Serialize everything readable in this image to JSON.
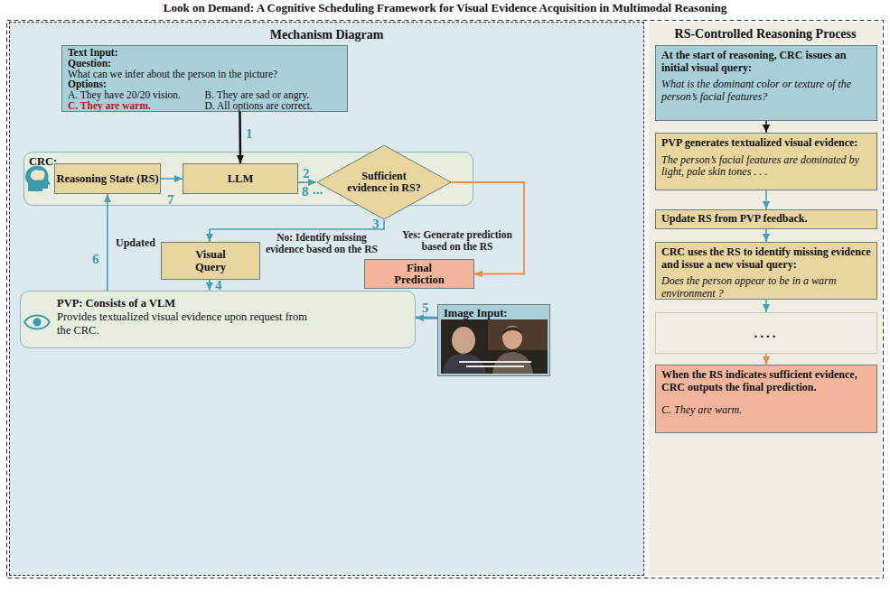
{
  "diagram": {
    "title": "Look on Demand: A Cognitive Scheduling Framework for Visual Evidence Acquisition in Multimodal Reasoning",
    "nodes": [
      {
        "text": [
          "Mechanism Diagram"
        ]
      },
      {
        "text": [
          "Text Input:",
          "Question:",
          "What can we infer about the person in the picture?",
          "Options:",
          "A. They have 20/20 vision.",
          "B. They are sad or angry.",
          "C. They are warm.",
          "D. All options are correct."
        ],
        "in": 0
      },
      {
        "text": [
          "CRC:"
        ],
        "in": 0
      },
      {
        "text": [
          "Reasoning State (RS)"
        ],
        "in": 2
      },
      {
        "text": [
          "LLM"
        ],
        "in": 2
      },
      {
        "text": [
          "Sufficient evidence in RS?"
        ],
        "in": 2
      },
      {
        "text": [
          "Visual Query"
        ],
        "in": 0
      },
      {
        "text": [
          "Final Prediction"
        ],
        "in": 0
      },
      {
        "text": [
          "PVP: Consists of a VLM",
          "Provides textualized visual evidence upon request from the CRC."
        ],
        "in": 0
      },
      {
        "text": [
          "Image Input:"
        ],
        "in": 0
      },
      {
        "text": [
          "RS-Controlled Reasoning Process"
        ]
      },
      {
        "text": [
          "At the start of reasoning, CRC issues an initial visual query:",
          "What is the dominant color or texture of the person’s facial features?"
        ],
        "in": 10
      },
      {
        "text": [
          "PVP generates textualized visual evidence:",
          "The person’s facial features are dominated by light, pale skin tones . . ."
        ],
        "in": 10
      },
      {
        "text": [
          "Update RS from PVP feedback."
        ],
        "in": 10
      },
      {
        "text": [
          "CRC uses the RS to identify missing evidence and issue a new visual query:",
          "Does the person appear to be in a warm environment ?"
        ],
        "in": 10
      },
      {
        "text": [
          "...."
        ],
        "in": 10
      },
      {
        "text": [
          "When the RS indicates sufficient evidence, CRC outputs the final prediction.",
          "C. They are warm."
        ],
        "in": 10
      }
    ],
    "edges": [
      {
        "from": 1,
        "to": 4,
        "label": "1",
        "arrow": "to"
      },
      {
        "from": 4,
        "to": 5,
        "label": "2",
        "arrow": "to"
      },
      {
        "from": 3,
        "to": 4,
        "label": "7",
        "arrow": "to"
      },
      {
        "from": 5,
        "to": 6,
        "label": "No: Identify missing evidence based on the RS",
        "arrow": "to"
      },
      {
        "from": 5,
        "to": 7,
        "label": "Yes: Generate prediction based on the RS",
        "arrow": "to"
      },
      {
        "from": 6,
        "to": 8,
        "label": "4",
        "arrow": "to"
      },
      {
        "from": 9,
        "to": 8,
        "label": "5",
        "arrow": "to"
      },
      {
        "from": 8,
        "to": 3,
        "label": "Updated",
        "arrow": "to"
      },
      {
        "from": 11,
        "to": 12,
        "arrow": "to"
      },
      {
        "from": 12,
        "to": 13,
        "arrow": "to"
      },
      {
        "from": 13,
        "to": 14,
        "arrow": "to"
      },
      {
        "from": 14,
        "to": 15,
        "arrow": "to"
      },
      {
        "from": 15,
        "to": 16,
        "arrow": "to"
      }
    ],
    "labels": [
      "8",
      "...",
      "3",
      "6"
    ]
  }
}
